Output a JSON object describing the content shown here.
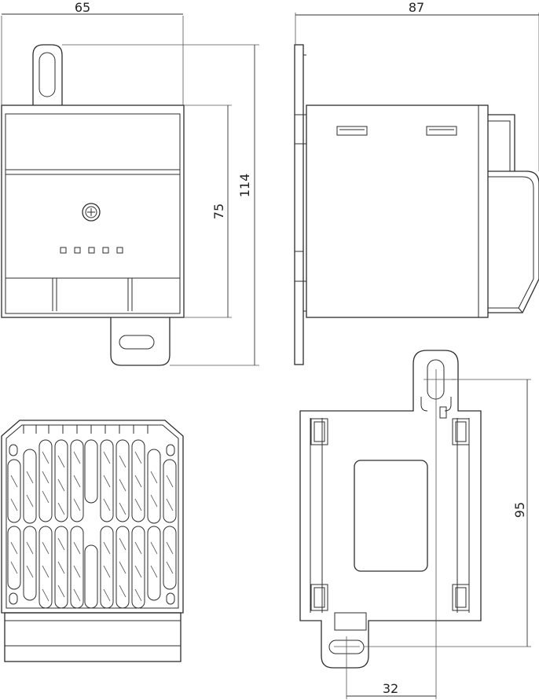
{
  "dimensions": {
    "front_width": "65",
    "front_inner_height": "75",
    "front_total_height": "114",
    "side_depth": "87",
    "rear_hole_spacing": "95",
    "rear_offset": "32"
  }
}
